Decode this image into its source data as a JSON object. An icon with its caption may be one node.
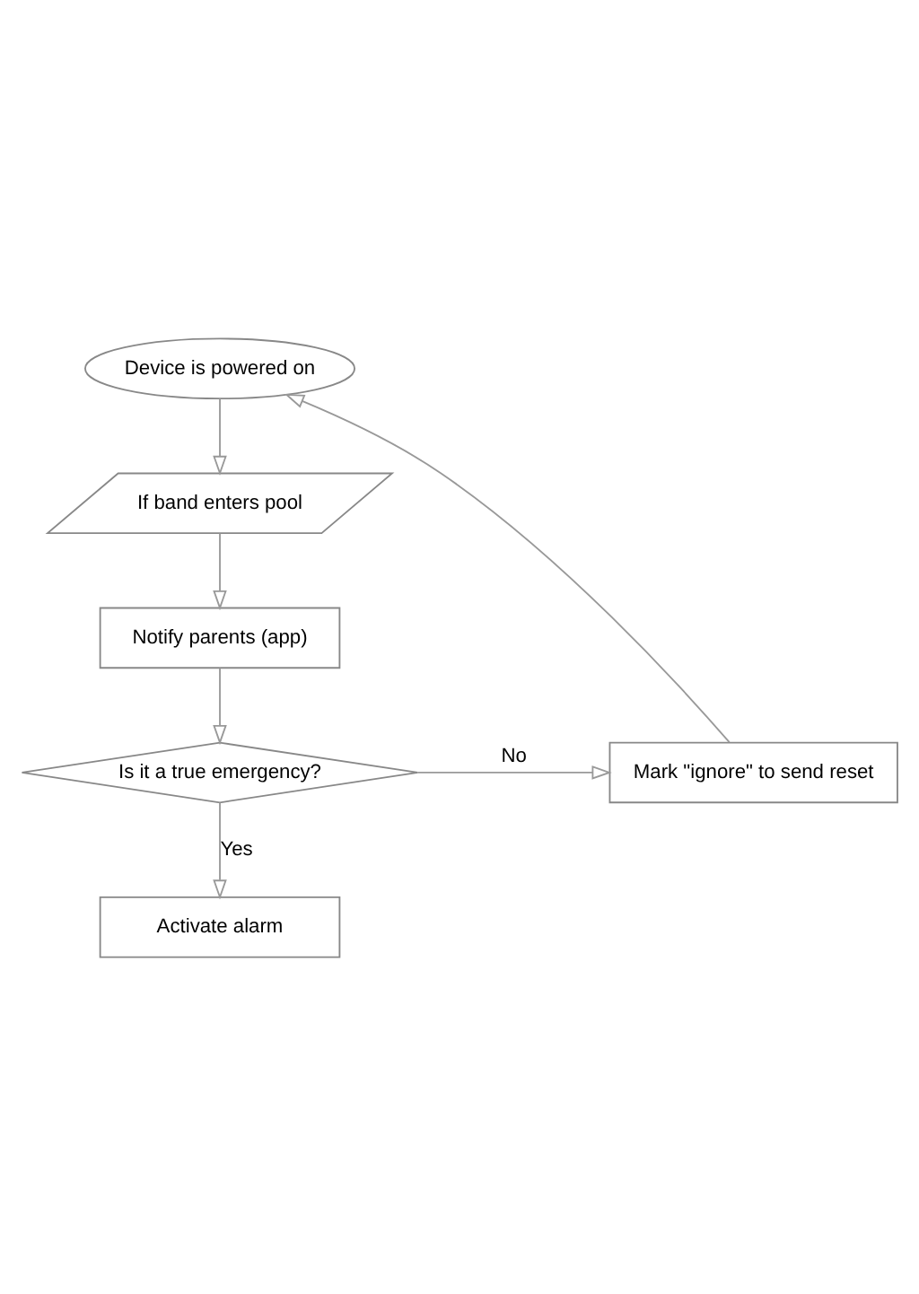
{
  "diagram": {
    "nodes": [
      {
        "text": [
          "Device is powered on"
        ]
      },
      {
        "text": [
          "If band enters pool"
        ]
      },
      {
        "text": [
          "Notify parents (app)"
        ]
      },
      {
        "text": [
          "Is it a true emergency?"
        ]
      },
      {
        "text": [
          "Mark \"ignore\" to send reset"
        ]
      },
      {
        "text": [
          "Activate alarm"
        ]
      }
    ],
    "edges": [
      {
        "from": 0,
        "to": 1,
        "arrow": "to"
      },
      {
        "from": 1,
        "to": 2,
        "arrow": "to"
      },
      {
        "from": 2,
        "to": 3,
        "arrow": "to"
      },
      {
        "from": 3,
        "to": 4,
        "arrow": "to",
        "label": "No"
      },
      {
        "from": 3,
        "to": 5,
        "arrow": "to",
        "label": "Yes"
      },
      {
        "from": 4,
        "to": 0,
        "arrow": "to"
      }
    ]
  }
}
